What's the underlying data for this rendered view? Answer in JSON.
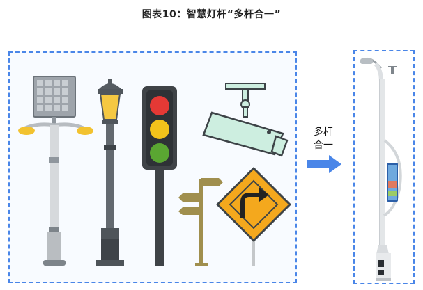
{
  "title": "图表10：智慧灯杆“多杆合一”",
  "arrow_label_line1": "多杆",
  "arrow_label_line2": "合一",
  "colors": {
    "frame_border": "#4a86e8",
    "arrow": "#4a86e8",
    "traffic_red": "#e53935",
    "traffic_yellow": "#f2c21b",
    "traffic_green": "#5aa632",
    "road_sign": "#f4a81d",
    "camera": "#cdeee0",
    "street_light_glow": "#f5c842"
  },
  "icons": [
    "solar-street-lamp-icon",
    "classic-street-lamp-icon",
    "traffic-light-icon",
    "surveillance-camera-icon",
    "direction-signpost-icon",
    "turn-right-road-sign-icon",
    "smart-light-pole-icon",
    "right-arrow-icon"
  ]
}
